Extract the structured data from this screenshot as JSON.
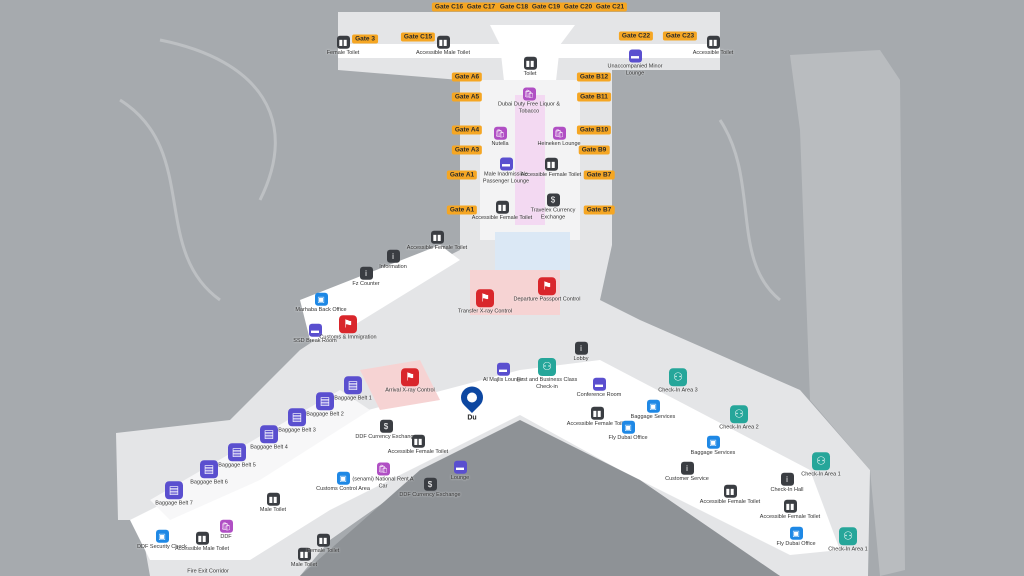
{
  "colors": {
    "background": "#a6aaae",
    "building": "#e4e5e7",
    "concourse": "#ffffff",
    "gate": "#f5a623",
    "toilet": "#3a3d42",
    "shop": "#b04fc4",
    "lounge": "#5a4fcf",
    "control": "#d9262b",
    "checkin": "#26a69a",
    "service": "#1e88e5",
    "pin": "#0d47a1"
  },
  "gates": [
    "Gate C16",
    "Gate C17",
    "Gate C18",
    "Gate C19",
    "Gate C20",
    "Gate C21",
    "Gate 3",
    "Gate C15",
    "Gate C22",
    "Gate C23",
    "Gate A6",
    "Gate A5",
    "Gate A4",
    "Gate A3",
    "Gate A1",
    "Gate A1",
    "Gate B12",
    "Gate B11",
    "Gate B10",
    "Gate B9",
    "Gate B7",
    "Gate B7"
  ],
  "pois": [
    {
      "label": "Female Toilet",
      "type": "toilet"
    },
    {
      "label": "Accessible Male Toilet",
      "type": "toilet"
    },
    {
      "label": "Toilet",
      "type": "toilet"
    },
    {
      "label": "Accessible Toilet",
      "type": "toilet"
    },
    {
      "label": "Unaccompanied Minor Lounge",
      "type": "lounge"
    },
    {
      "label": "Dubai Duty Free Liquor & Tobacco",
      "type": "shop"
    },
    {
      "label": "Nutella",
      "type": "shop"
    },
    {
      "label": "Heineken Lounge",
      "type": "shop"
    },
    {
      "label": "Male Inadmissible Passenger Lounge",
      "type": "lounge"
    },
    {
      "label": "Accessible Female Toilet",
      "type": "toilet"
    },
    {
      "label": "Accessible Female Toilet",
      "type": "toilet"
    },
    {
      "label": "Travelex Currency Exchange",
      "type": "exchange"
    },
    {
      "label": "Accessible Female Toilet",
      "type": "toilet"
    },
    {
      "label": "Information",
      "type": "info"
    },
    {
      "label": "Fz Counter",
      "type": "info"
    },
    {
      "label": "Marhaba Back Office",
      "type": "service"
    },
    {
      "label": "SSD Break Room",
      "type": "lounge"
    },
    {
      "label": "Customs & Immigration",
      "type": "control"
    },
    {
      "label": "Transfer X-ray Control",
      "type": "control"
    },
    {
      "label": "Departure Passport Control",
      "type": "control"
    },
    {
      "label": "Lobby",
      "type": "info"
    },
    {
      "label": "Al Majlis Lounge",
      "type": "lounge"
    },
    {
      "label": "First and Business Class Check-in",
      "type": "checkin"
    },
    {
      "label": "Conference Room",
      "type": "lounge"
    },
    {
      "label": "Check-In Area 3",
      "type": "checkin"
    },
    {
      "label": "Baggage Services",
      "type": "service"
    },
    {
      "label": "Accessible Female Toilet",
      "type": "toilet"
    },
    {
      "label": "Fly Dubai Office",
      "type": "service"
    },
    {
      "label": "Check-In Area 2",
      "type": "checkin"
    },
    {
      "label": "Baggage Services",
      "type": "service"
    },
    {
      "label": "Customer Service",
      "type": "info"
    },
    {
      "label": "Accessible Female Toilet",
      "type": "toilet"
    },
    {
      "label": "Check-In Hall",
      "type": "info"
    },
    {
      "label": "Check-In Area 1",
      "type": "checkin"
    },
    {
      "label": "Accessible Female Toilet",
      "type": "toilet"
    },
    {
      "label": "Fly Dubai Office",
      "type": "service"
    },
    {
      "label": "Check-In Area 1",
      "type": "checkin"
    },
    {
      "label": "Arrival X-ray Control",
      "type": "control"
    },
    {
      "label": "Baggage Belt 1",
      "type": "baggage"
    },
    {
      "label": "Baggage Belt 2",
      "type": "baggage"
    },
    {
      "label": "Baggage Belt 3",
      "type": "baggage"
    },
    {
      "label": "Baggage Belt 4",
      "type": "baggage"
    },
    {
      "label": "Baggage Belt 5",
      "type": "baggage"
    },
    {
      "label": "Baggage Belt 6",
      "type": "baggage"
    },
    {
      "label": "Baggage Belt 7",
      "type": "baggage"
    },
    {
      "label": "DDF Currency Exchange",
      "type": "exchange"
    },
    {
      "label": "Accessible Female Toilet",
      "type": "toilet"
    },
    {
      "label": "Lounge",
      "type": "lounge"
    },
    {
      "label": "DDF Currency Exchange",
      "type": "exchange"
    },
    {
      "label": "(senami) National Rent A Car",
      "type": "shop"
    },
    {
      "label": "Customs Control Area",
      "type": "service"
    },
    {
      "label": "Male Toilet",
      "type": "toilet"
    },
    {
      "label": "DDF",
      "type": "shop"
    },
    {
      "label": "Accessible Male Toilet",
      "type": "toilet"
    },
    {
      "label": "DDF Security Check",
      "type": "service"
    },
    {
      "label": "Male Toilet",
      "type": "toilet"
    },
    {
      "label": "Female Toilet",
      "type": "toilet"
    },
    {
      "label": "Fire Exit Corridor",
      "type": "text"
    }
  ],
  "location_pin": {
    "label": "Du",
    "icon": "map-pin-icon"
  }
}
